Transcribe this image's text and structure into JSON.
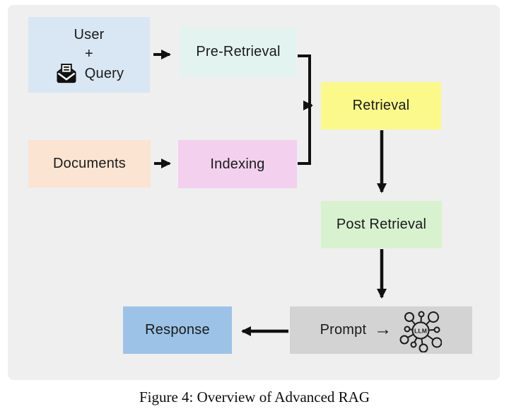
{
  "figure": {
    "caption": "Figure 4: Overview of Advanced RAG",
    "page_background": "#ffffff",
    "panel_background": "#efefef",
    "arrow_color": "#111111",
    "text_color": "#1a1a1a"
  },
  "nodes": {
    "user_query": {
      "line1": "User",
      "line2": "+",
      "line3": "Query",
      "color": "#d9e6f3",
      "icon": "open-envelope-icon"
    },
    "pre_retrieval": {
      "label": "Pre-Retrieval",
      "color": "#e3f3f0"
    },
    "documents": {
      "label": "Documents",
      "color": "#fbe4d2"
    },
    "indexing": {
      "label": "Indexing",
      "color": "#f2d0ee"
    },
    "retrieval": {
      "label": "Retrieval",
      "color": "#fbf98a"
    },
    "post_retrieval": {
      "label": "Post Retrieval",
      "color": "#d8f2d0"
    },
    "prompt": {
      "label": "Prompt",
      "arrow_glyph": "→",
      "llm_badge": "LLM",
      "color": "#d3d3d3",
      "icon": "llm-network-icon"
    },
    "response": {
      "label": "Response",
      "color": "#9cc3e7"
    }
  }
}
